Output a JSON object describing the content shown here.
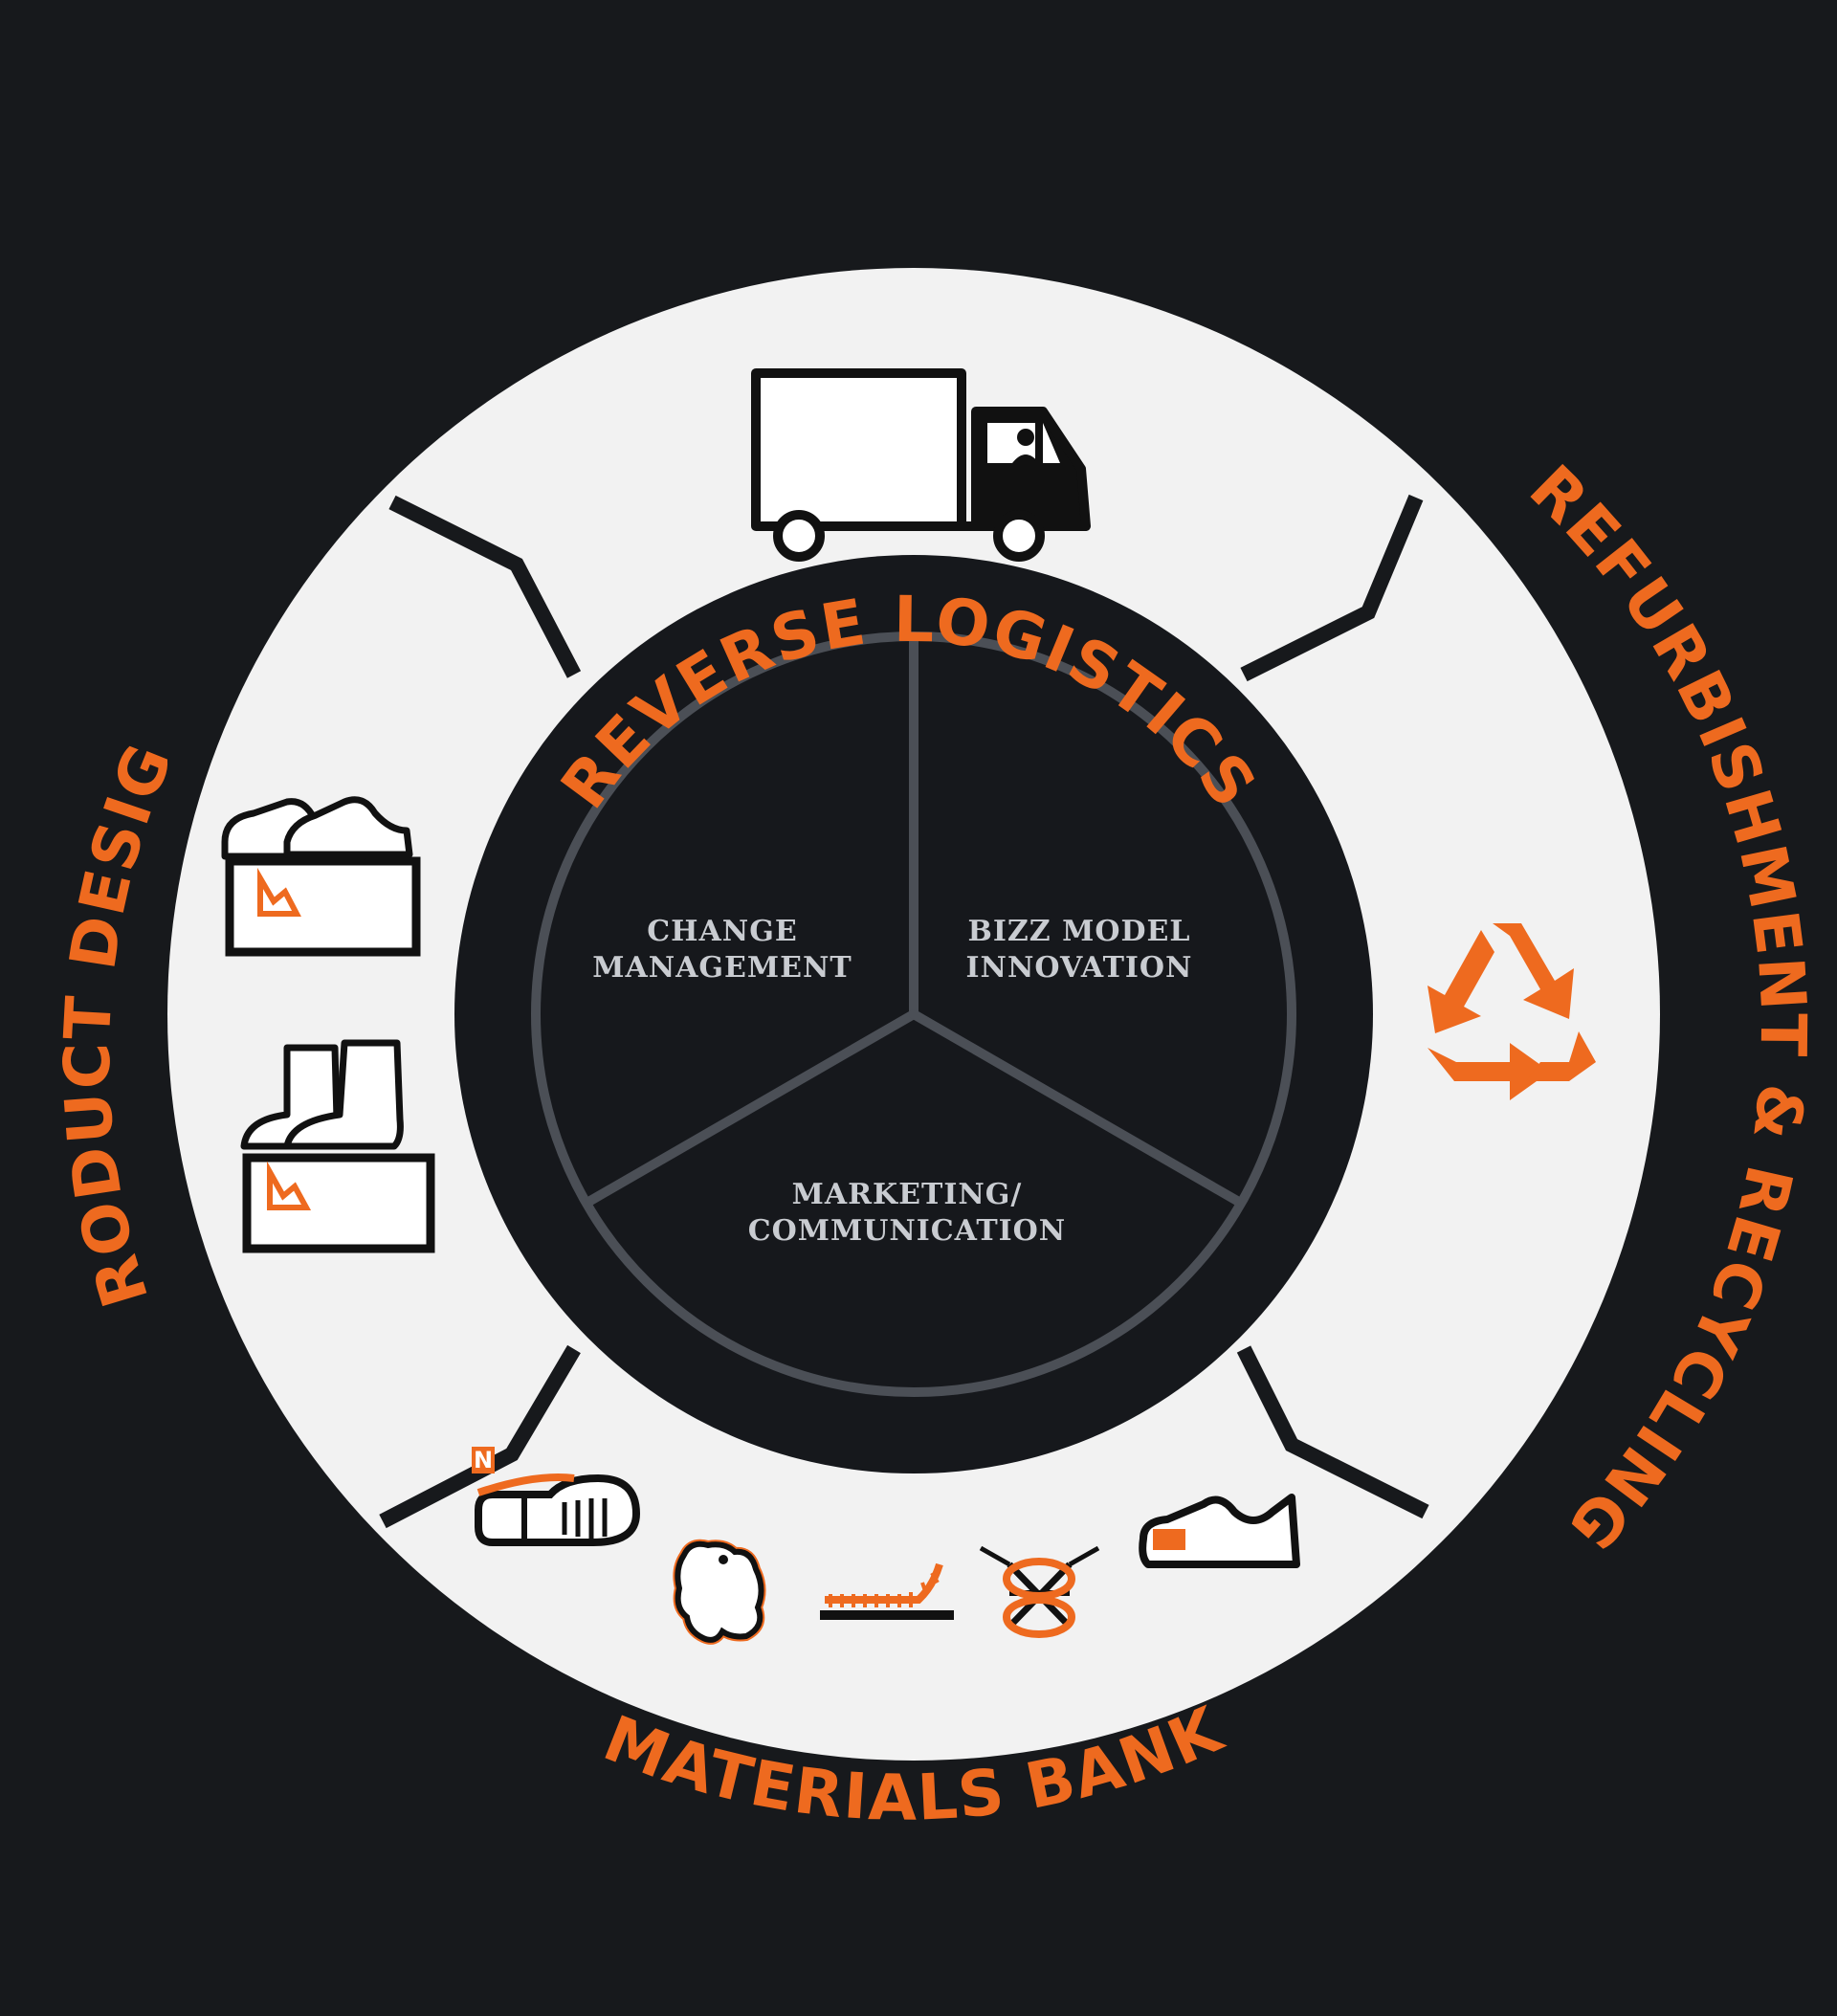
{
  "colors": {
    "background": "#17191c",
    "ring": "#f2f2f2",
    "inner_disc": "#16181c",
    "divider": "#4b4f56",
    "accent": "#ee6a1f",
    "inner_text": "#c9ccd1",
    "icon_stroke": "#111111"
  },
  "outer_stages": [
    {
      "id": "reverse-logistics",
      "label": "REVERSE LOGISTICS",
      "icon": "truck-icon"
    },
    {
      "id": "refurbishment-recycling",
      "label": "REFURBISHMENT & RECYCLING",
      "icon": "recycle-icon"
    },
    {
      "id": "materials-bank",
      "label": "MATERIALS BANK",
      "icons": [
        "shoe-sole-icon",
        "leather-hide-icon",
        "insole-icon",
        "laces-icon",
        "sneaker-icon"
      ]
    },
    {
      "id": "product-design",
      "label": "PRODUCT DESIGN",
      "icons": [
        "low-shoe-on-box-icon",
        "boot-on-box-icon"
      ]
    }
  ],
  "inner_segments": [
    {
      "id": "change-management",
      "lines": [
        "CHANGE",
        "MANAGEMENT"
      ]
    },
    {
      "id": "bizz-model-innovation",
      "lines": [
        "BIZZ MODEL",
        "INNOVATION"
      ]
    },
    {
      "id": "marketing-communication",
      "lines": [
        "MARKETING/",
        "COMMUNICATION"
      ]
    }
  ],
  "sole_badge_letter": "N"
}
